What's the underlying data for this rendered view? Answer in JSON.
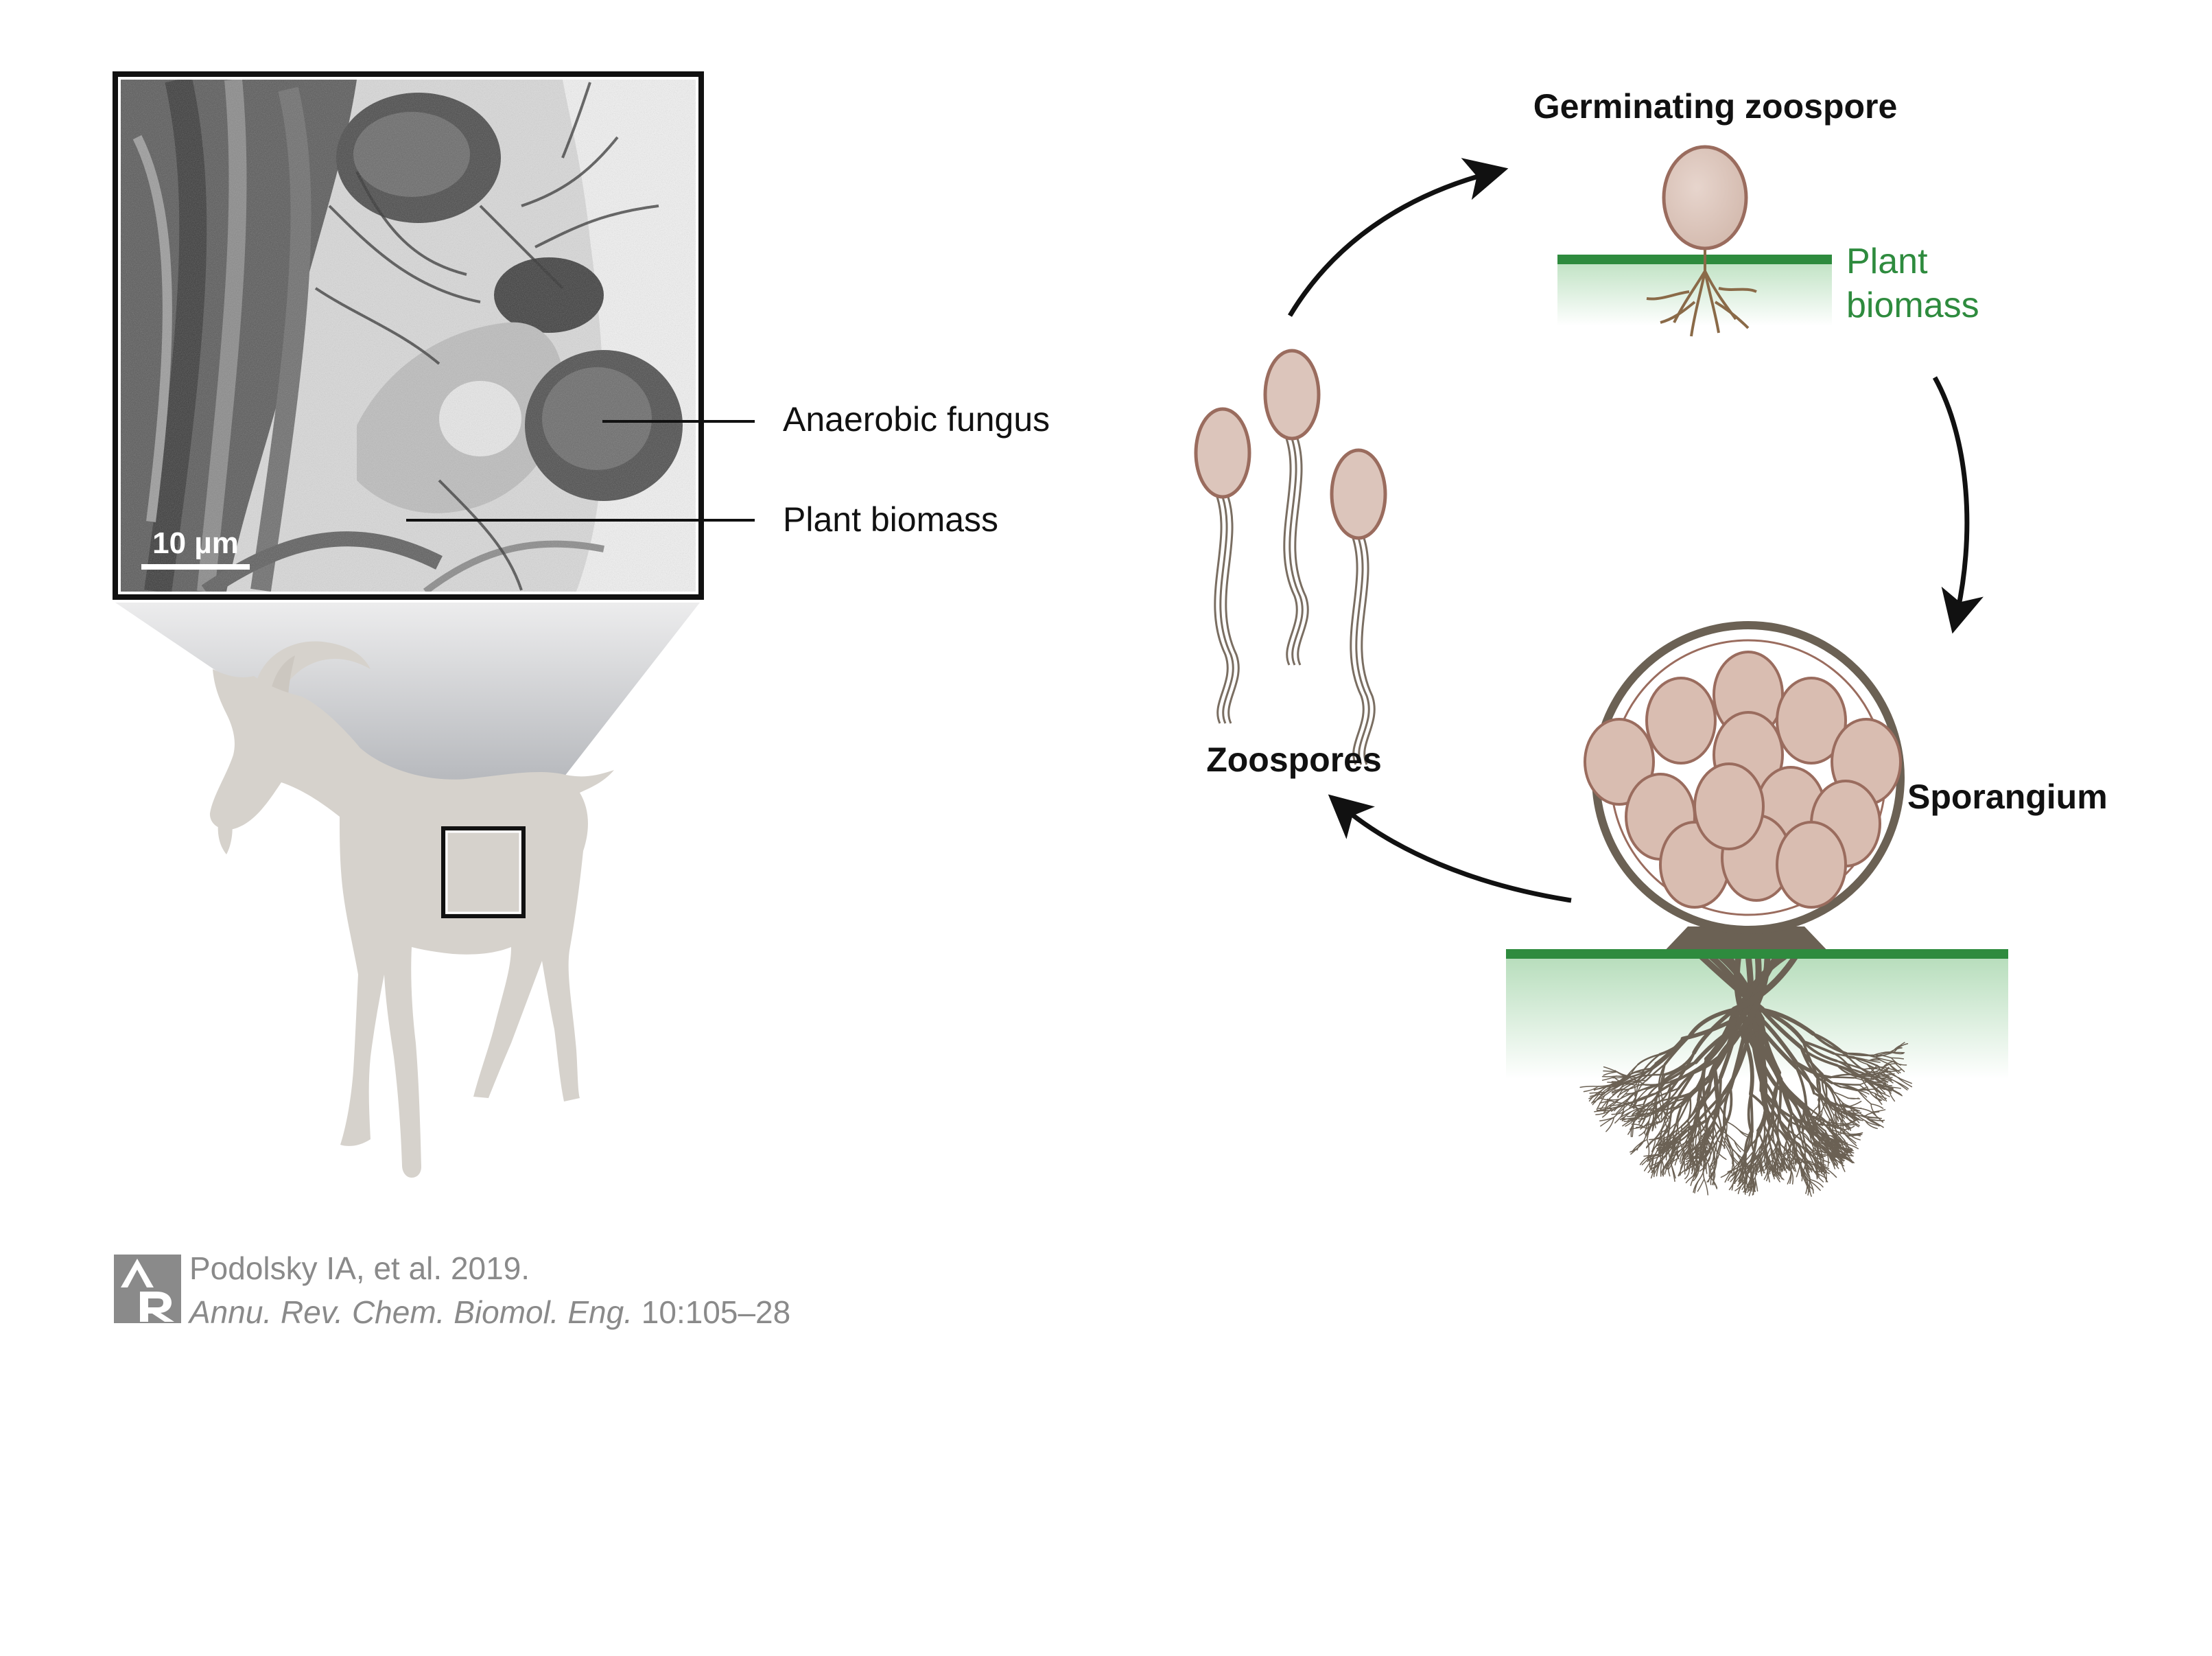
{
  "micrograph": {
    "scale_bar": "10 µm",
    "label_fungus": "Anaerobic fungus",
    "label_biomass": "Plant biomass"
  },
  "cycle": {
    "germinating": "Germinating zoospore",
    "plant_biomass_line1": "Plant",
    "plant_biomass_line2": "biomass",
    "sporangium": "Sporangium",
    "zoospores": "Zoospores"
  },
  "citation": {
    "line1": "Podolsky IA, et al. 2019.",
    "journal": "Annu. Rev. Chem. Biomol. Eng.",
    "pages": " 10:105–28"
  },
  "colors": {
    "cell_fill": "#dcc5bb",
    "cell_stroke": "#9a6c5e",
    "plant_green": "#2e8b3e",
    "root_brown": "#6b6154",
    "goat_gray": "#d6d2cc",
    "citation_gray": "#8a8a8a"
  }
}
